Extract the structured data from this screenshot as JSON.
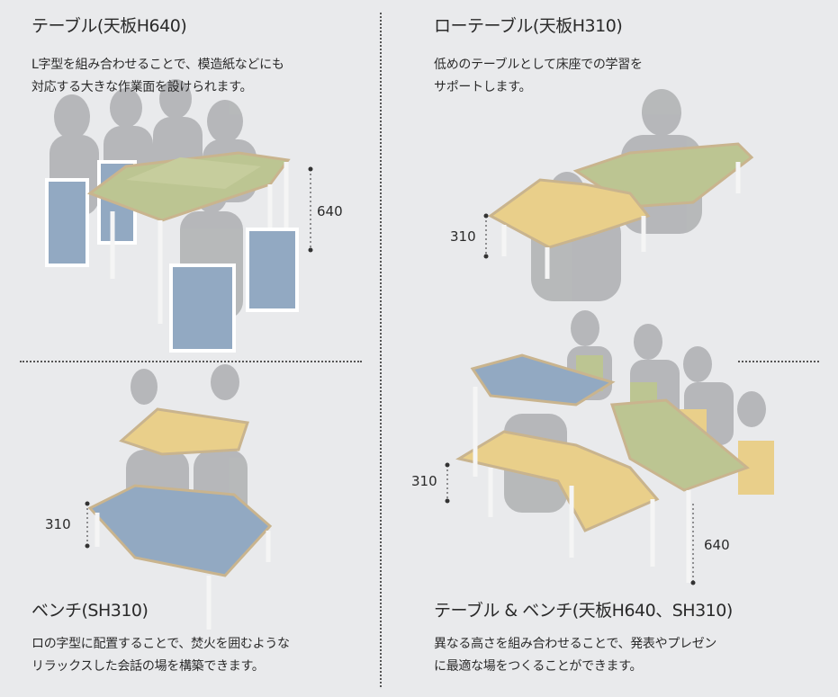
{
  "sections": [
    {
      "title": "テーブル(天板H640)",
      "lines": [
        "L字型を組み合わせることで、模造紙などにも",
        "対応する大きな作業面を設けられます。"
      ],
      "dims": [
        "640"
      ]
    },
    {
      "title": "ローテーブル(天板H310)",
      "lines": [
        "低めのテーブルとして床座での学習を",
        "サポートします。"
      ],
      "dims": [
        "310"
      ]
    },
    {
      "title": "ベンチ(SH310)",
      "lines": [
        "ロの字型に配置することで、焚火を囲むような",
        "リラックスした会話の場を構築できます。"
      ],
      "dims": [
        "310"
      ]
    },
    {
      "title": "テーブル & ベンチ(天板H640、SH310)",
      "lines": [
        "異なる高さを組み合わせることで、発表やプレゼン",
        "に最適な場をつくることができます。"
      ],
      "dims": [
        "310",
        "640"
      ]
    }
  ],
  "colors": {
    "green": "#bcc592",
    "yellow": "#e9cf8a",
    "blue": "#92a9c2",
    "silhouette": "#8e8f92"
  }
}
